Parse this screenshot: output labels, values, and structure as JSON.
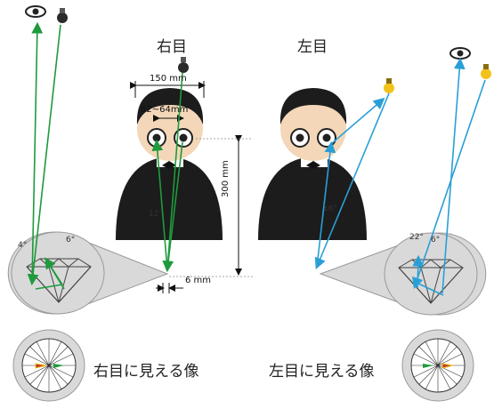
{
  "labels": {
    "right_eye": "右目",
    "left_eye": "左目",
    "right_eye_view": "右目に見える像",
    "left_eye_view": "左目に見える像"
  },
  "dimensions": {
    "head_width": "150 mm",
    "pupil_distance": "62~64mm",
    "viewing_height": "300 mm",
    "offset": "6 mm"
  },
  "angles": {
    "right_eye_spread": "12°",
    "left_eye_spread": "16°",
    "right_tilt_left": "4°",
    "right_tilt_right": "6°",
    "left_tilt_left": "22°",
    "left_tilt_right": "6°"
  },
  "colors": {
    "right_path": "#1f9a3c",
    "left_path": "#2a9fd6",
    "bulb_on": "#f2c21b",
    "bulb_off": "#2b2b2b",
    "suit": "#1c1c1c",
    "skin": "#f3d7b8",
    "callout": "#d9d9d9"
  },
  "icons": [
    "eye-icon",
    "light-bulb-icon",
    "diamond-icon",
    "person-icon"
  ]
}
